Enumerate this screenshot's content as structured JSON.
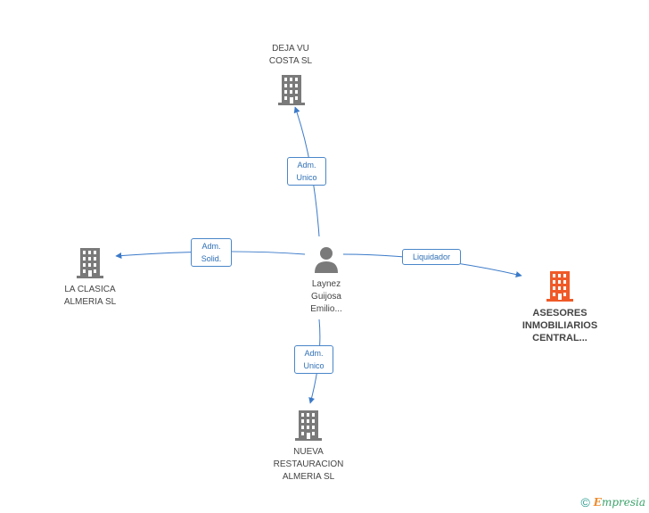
{
  "colors": {
    "building": "#7a7a7a",
    "building_focus": "#f05a28",
    "person": "#7a7a7a",
    "edge": "#3b7ac9"
  },
  "nodes": {
    "deja_vu": {
      "label": "DEJA VU\nCOSTA SL",
      "icon": "building-icon"
    },
    "la_clasica": {
      "label": "LA CLASICA\nALMERIA  SL",
      "icon": "building-icon"
    },
    "person": {
      "label": "Laynez\nGuijosa\nEmilio...",
      "icon": "person-icon"
    },
    "asesores": {
      "label": "ASESORES\nINMOBILIARIOS\nCENTRAL...",
      "icon": "building-icon"
    },
    "nueva": {
      "label": "NUEVA\nRESTAURACION\nALMERIA SL",
      "icon": "building-icon"
    }
  },
  "edges": {
    "to_deja_vu": {
      "label": "Adm.\nUnico"
    },
    "to_la_clasica": {
      "label": "Adm.\nSolid."
    },
    "to_asesores": {
      "label": "Liquidador"
    },
    "to_nueva": {
      "label": "Adm.\nUnico"
    }
  },
  "footer": {
    "copyright": "©",
    "brand_initial": "E",
    "brand_rest": "mpresia"
  }
}
